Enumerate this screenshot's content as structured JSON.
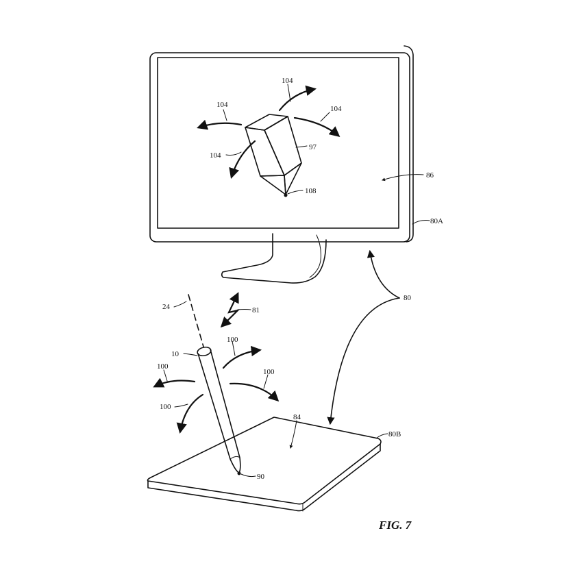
{
  "figure": {
    "caption": "FIG. 7",
    "labels": {
      "monitor": "80A",
      "screen": "86",
      "object": "97",
      "object_tip": "108",
      "rotation_screen": "104",
      "system": "80",
      "wireless": "81",
      "axis": "24",
      "stylus": "10",
      "stylus_tip": "90",
      "rotation_stylus": "100",
      "tablet_surface": "84",
      "tablet": "80B"
    }
  }
}
